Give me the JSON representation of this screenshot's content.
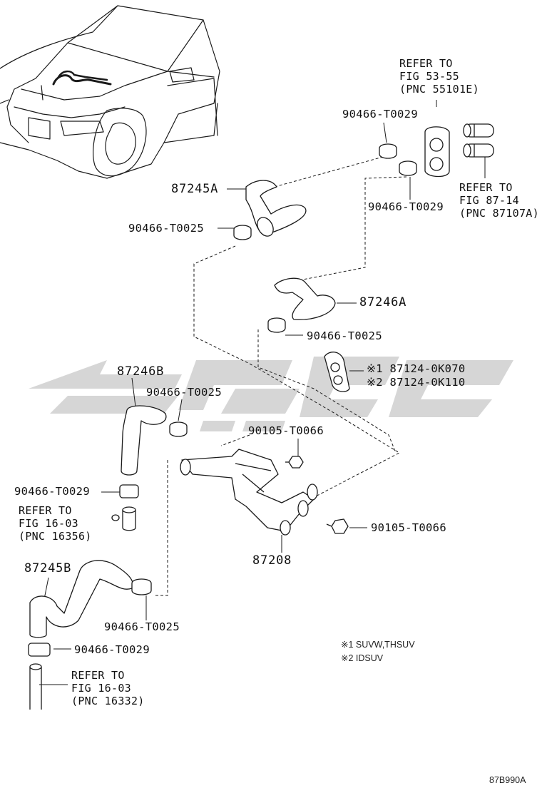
{
  "figure_id": "87B990A",
  "part_labels": {
    "hose_87245A": "87245A",
    "hose_87246A": "87246A",
    "hose_87246B": "87246B",
    "hose_87245B": "87245B",
    "valve_87208": "87208",
    "clamp_t0029_top_a": "90466-T0029",
    "clamp_t0029_top_b": "90466-T0029",
    "clamp_t0025_upper": "90466-T0025",
    "clamp_t0025_mid": "90466-T0025",
    "clamp_t0025_left": "90466-T0025",
    "clamp_t0029_left": "90466-T0029",
    "clamp_t0025_lower": "90466-T0025",
    "clamp_t0029_lower": "90466-T0029",
    "bolt_upper": "90105-T0066",
    "bolt_lower": "90105-T0066",
    "grommet_1": "※1 87124-0K070",
    "grommet_2": "※2 87124-0K110"
  },
  "references": {
    "ref_53_55": [
      "REFER TO",
      "FIG 53-55",
      "(PNC 55101E)"
    ],
    "ref_87_14": [
      "REFER TO",
      "FIG 87-14",
      "(PNC 87107A)"
    ],
    "ref_16_03_a": [
      "REFER TO",
      "FIG 16-03",
      "(PNC 16356)"
    ],
    "ref_16_03_b": [
      "REFER TO",
      "FIG 16-03",
      "(PNC 16332)"
    ]
  },
  "notes": {
    "note_1": "※1 SUVW,THSUV",
    "note_2": "※2 IDSUV"
  },
  "colors": {
    "line": "#1a1a1a",
    "watermark": "#cfcfcf",
    "background": "#ffffff"
  }
}
